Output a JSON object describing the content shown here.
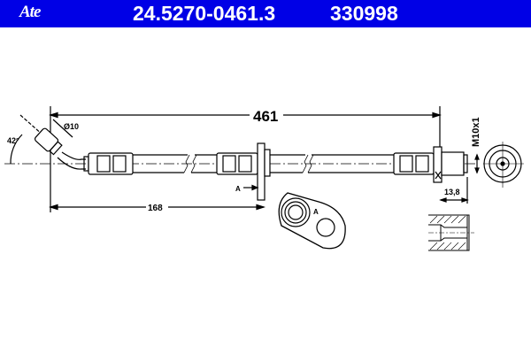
{
  "header": {
    "logo": "Ate",
    "part_number": "24.5270-0461.3",
    "ref_number": "330998",
    "color": "#0000e6"
  },
  "dimensions": {
    "total_length": "461",
    "partial_length": "168",
    "angle": "42°",
    "diameter": "Ø10",
    "thread": "M10x1",
    "thread_length": "13,8",
    "view_label": "A",
    "detail_label": "A"
  }
}
